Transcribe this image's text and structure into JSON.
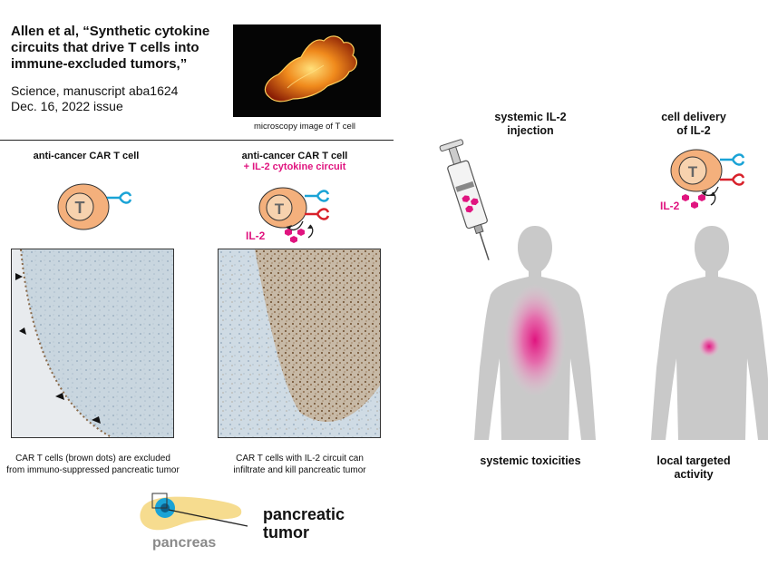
{
  "reference": {
    "title": "Allen et al, “Synthetic cytokine circuits that drive T cells into immune-excluded tumors,”",
    "journal": "Science, manuscript aba1624",
    "issue": "Dec. 16, 2022 issue"
  },
  "microscopy": {
    "caption": "microscopy image of T cell"
  },
  "left_panel": {
    "header": "anti-cancer CAR T cell",
    "cell_letter": "T",
    "caption_line1": "CAR T cells (brown dots) are excluded",
    "caption_line2": "from immuno-suppressed pancreatic tumor"
  },
  "middle_panel": {
    "header": "anti-cancer CAR T cell",
    "subheader": "+ IL-2 cytokine circuit",
    "cell_letter": "T",
    "il2_label": "IL-2",
    "caption_line1": "CAR T cells with IL-2 circuit can",
    "caption_line2": "infiltrate and kill pancreatic tumor"
  },
  "pancreas": {
    "tumor_label_line1": "pancreatic",
    "tumor_label_line2": "tumor",
    "organ_label": "pancreas"
  },
  "systemic": {
    "header_line1": "systemic IL-2",
    "header_line2": "injection",
    "outcome": "systemic toxicities"
  },
  "local": {
    "header_line1": "cell delivery",
    "header_line2": "of IL-2",
    "cell_letter": "T",
    "il2_label": "IL-2",
    "outcome_line1": "local targeted",
    "outcome_line2": "activity"
  },
  "colors": {
    "cytokine_pink": "#e0147f",
    "cell_orange": "#f4b07c",
    "receptor_blue": "#1aa3d6",
    "receptor_red": "#d8212a",
    "body_gray": "#c9c9c9"
  }
}
